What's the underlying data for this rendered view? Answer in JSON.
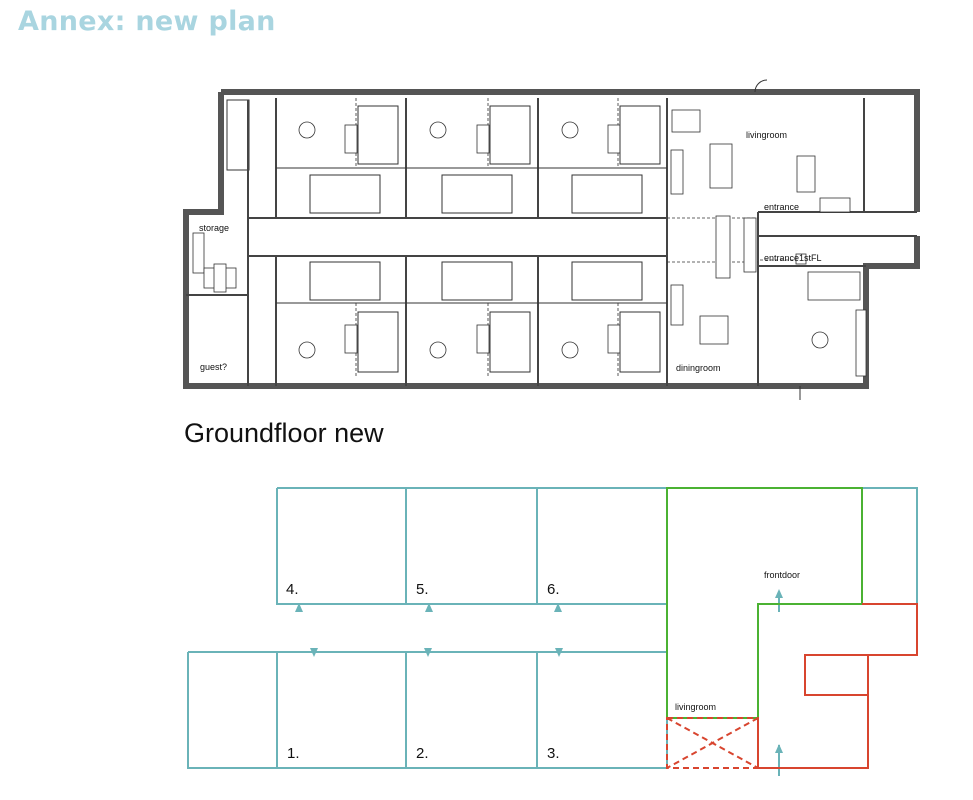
{
  "title": "Annex: new plan",
  "section_title": "Groundfloor new",
  "plan_labels": {
    "storage": "storage",
    "guest": "guest?",
    "livingroom": "livingroom",
    "entrance": "entrance",
    "entrance_first": "entrance1stFL",
    "diningroom": "diningroom"
  },
  "diagram_labels": {
    "frontdoor": "frontdoor",
    "livingroom": "livingroom",
    "rooms_top": [
      "4.",
      "5.",
      "6."
    ],
    "rooms_bottom": [
      "1.",
      "2.",
      "3."
    ]
  },
  "colors": {
    "title": "#a9d5e0",
    "teal": "#6ab3b8",
    "green": "#4bb232",
    "red": "#d8452f"
  }
}
